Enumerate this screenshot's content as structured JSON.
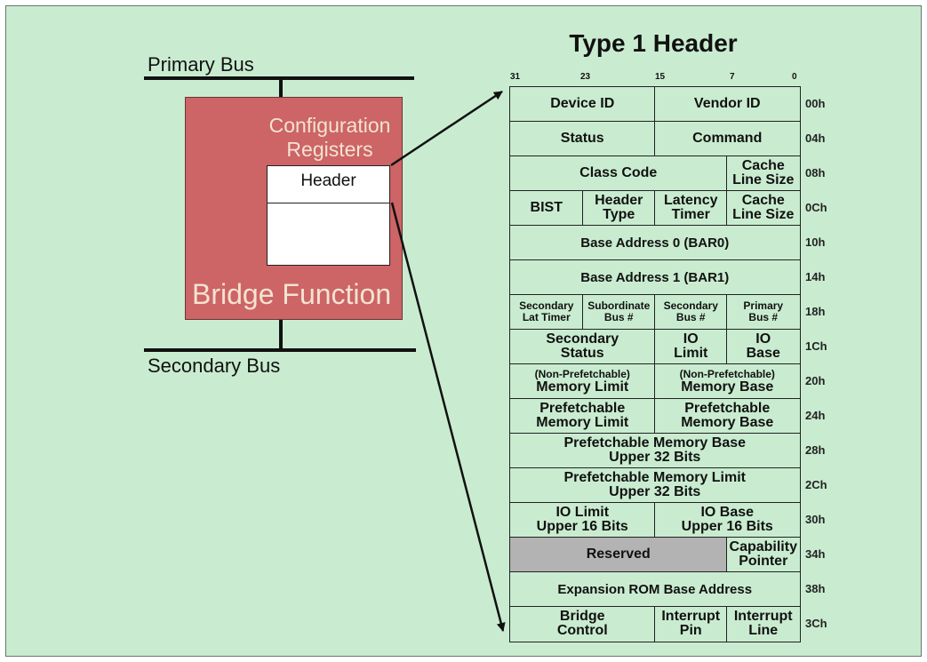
{
  "title": "Type 1 Header",
  "left": {
    "primary_bus": "Primary Bus",
    "secondary_bus": "Secondary Bus",
    "configuration_registers": "Configuration Registers",
    "header": "Header",
    "bridge_function": "Bridge Function"
  },
  "bit_labels": [
    "31",
    "23",
    "15",
    "7",
    "0"
  ],
  "registers": [
    {
      "offset": "00h",
      "cells": [
        {
          "lines": [
            "Device ID"
          ]
        },
        {
          "lines": [
            "Vendor ID"
          ]
        }
      ]
    },
    {
      "offset": "04h",
      "cells": [
        {
          "lines": [
            "Status"
          ]
        },
        {
          "lines": [
            "Command"
          ]
        }
      ]
    },
    {
      "offset": "08h",
      "cells": [
        {
          "lines": [
            "Class Code"
          ]
        },
        {
          "lines": [
            "Cache",
            "Line Size"
          ]
        }
      ]
    },
    {
      "offset": "0Ch",
      "cells": [
        {
          "lines": [
            "BIST"
          ]
        },
        {
          "lines": [
            "Header",
            "Type"
          ]
        },
        {
          "lines": [
            "Latency",
            "Timer"
          ]
        },
        {
          "lines": [
            "Cache",
            "Line Size"
          ]
        }
      ]
    },
    {
      "offset": "10h",
      "cells": [
        {
          "lines": [
            "Base Address 0 (BAR0)"
          ]
        }
      ]
    },
    {
      "offset": "14h",
      "cells": [
        {
          "lines": [
            "Base Address 1 (BAR1)"
          ]
        }
      ]
    },
    {
      "offset": "18h",
      "cells": [
        {
          "lines": [
            "Secondary",
            "Lat Timer"
          ]
        },
        {
          "lines": [
            "Subordinate",
            "Bus #"
          ]
        },
        {
          "lines": [
            "Secondary",
            "Bus #"
          ]
        },
        {
          "lines": [
            "Primary",
            "Bus #"
          ]
        }
      ]
    },
    {
      "offset": "1Ch",
      "cells": [
        {
          "lines": [
            "Secondary",
            "Status"
          ]
        },
        {
          "lines": [
            "IO",
            "Limit"
          ]
        },
        {
          "lines": [
            "IO",
            "Base"
          ]
        }
      ]
    },
    {
      "offset": "20h",
      "cells": [
        {
          "lines": [
            "(Non-Prefetchable)",
            "Memory Limit"
          ]
        },
        {
          "lines": [
            "(Non-Prefetchable)",
            "Memory Base"
          ]
        }
      ]
    },
    {
      "offset": "24h",
      "cells": [
        {
          "lines": [
            "Prefetchable",
            "Memory Limit"
          ]
        },
        {
          "lines": [
            "Prefetchable",
            "Memory Base"
          ]
        }
      ]
    },
    {
      "offset": "28h",
      "cells": [
        {
          "lines": [
            "Prefetchable Memory Base",
            "Upper 32 Bits"
          ]
        }
      ]
    },
    {
      "offset": "2Ch",
      "cells": [
        {
          "lines": [
            "Prefetchable Memory Limit",
            "Upper 32 Bits"
          ]
        }
      ]
    },
    {
      "offset": "30h",
      "cells": [
        {
          "lines": [
            "IO Limit",
            "Upper 16 Bits"
          ]
        },
        {
          "lines": [
            "IO Base",
            "Upper 16 Bits"
          ]
        }
      ]
    },
    {
      "offset": "34h",
      "cells": [
        {
          "lines": [
            "Reserved"
          ]
        },
        {
          "lines": [
            "Capability",
            "Pointer"
          ]
        }
      ]
    },
    {
      "offset": "38h",
      "cells": [
        {
          "lines": [
            "Expansion ROM Base Address"
          ]
        }
      ]
    },
    {
      "offset": "3Ch",
      "cells": [
        {
          "lines": [
            "Bridge",
            "Control"
          ]
        },
        {
          "lines": [
            "Interrupt",
            "Pin"
          ]
        },
        {
          "lines": [
            "Interrupt",
            "Line"
          ]
        }
      ]
    }
  ]
}
